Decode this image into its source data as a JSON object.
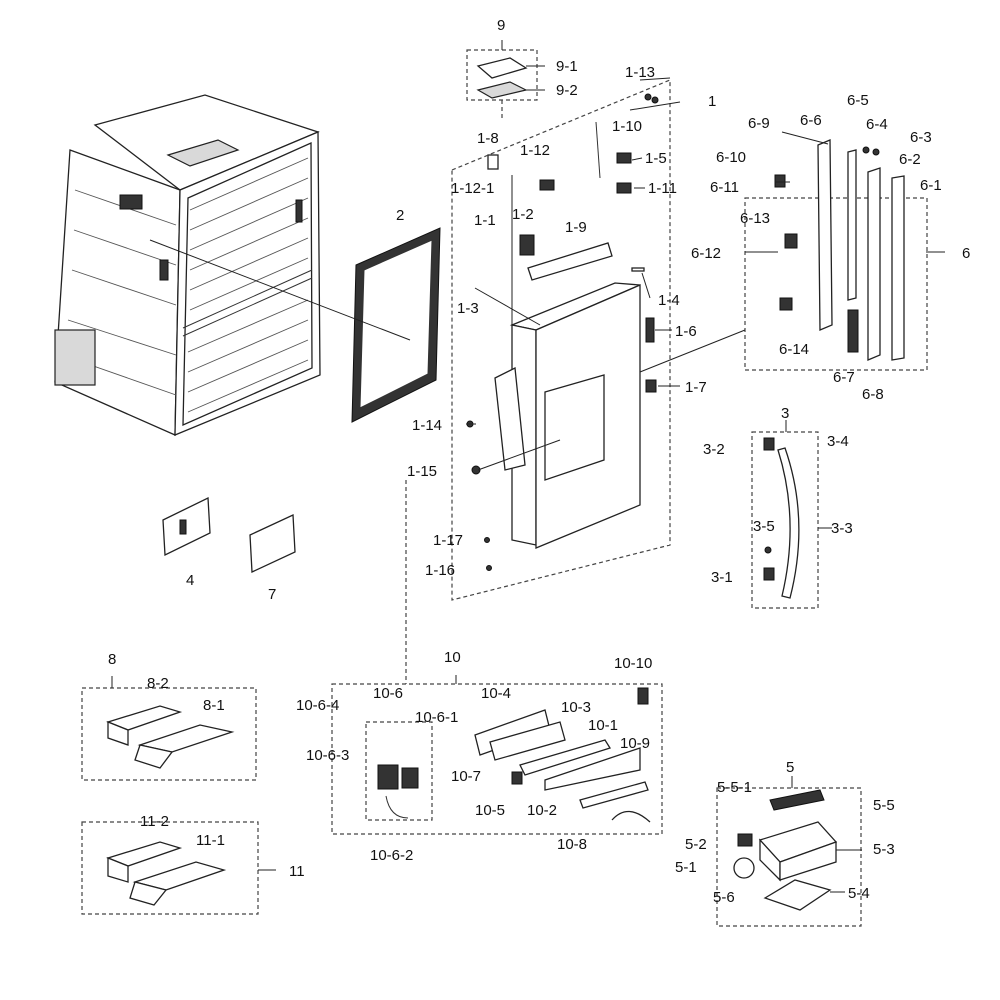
{
  "labels": {
    "l9": "9",
    "l9_1": "9-1",
    "l9_2": "9-2",
    "l1_13": "1-13",
    "l1": "1",
    "l1_10": "1-10",
    "l1_8": "1-8",
    "l1_12": "1-12",
    "l1_5": "1-5",
    "l1_12_1": "1-12-1",
    "l1_11": "1-11",
    "l1_1": "1-1",
    "l1_2": "1-2",
    "l1_9": "1-9",
    "l1_3": "1-3",
    "l1_4": "1-4",
    "l1_6": "1-6",
    "l1_7": "1-7",
    "l1_14": "1-14",
    "l1_15": "1-15",
    "l1_17": "1-17",
    "l1_16": "1-16",
    "l2": "2",
    "l4": "4",
    "l7": "7",
    "l6_9": "6-9",
    "l6_6": "6-6",
    "l6_5": "6-5",
    "l6_4": "6-4",
    "l6_3": "6-3",
    "l6_10": "6-10",
    "l6_2": "6-2",
    "l6_11": "6-11",
    "l6_1": "6-1",
    "l6_13": "6-13",
    "l6_12": "6-12",
    "l6": "6",
    "l6_14": "6-14",
    "l6_7": "6-7",
    "l6_8": "6-8",
    "l3": "3",
    "l3_2": "3-2",
    "l3_4": "3-4",
    "l3_3": "3-3",
    "l3_5": "3-5",
    "l3_1": "3-1",
    "l8": "8",
    "l8_2": "8-2",
    "l8_1": "8-1",
    "l10": "10",
    "l10_10": "10-10",
    "l10_6_4": "10-6-4",
    "l10_6": "10-6",
    "l10_4": "10-4",
    "l10_3": "10-3",
    "l10_6_1": "10-6-1",
    "l10_1": "10-1",
    "l10_6_3": "10-6-3",
    "l10_9": "10-9",
    "l10_7": "10-7",
    "l10_5": "10-5",
    "l10_2": "10-2",
    "l10_8": "10-8",
    "l10_6_2": "10-6-2",
    "l11_2": "11-2",
    "l11_1": "11-1",
    "l11": "11",
    "l5": "5",
    "l5_5_1": "5-5-1",
    "l5_5": "5-5",
    "l5_2": "5-2",
    "l5_3": "5-3",
    "l5_1": "5-1",
    "l5_6": "5-6",
    "l5_4": "5-4"
  }
}
